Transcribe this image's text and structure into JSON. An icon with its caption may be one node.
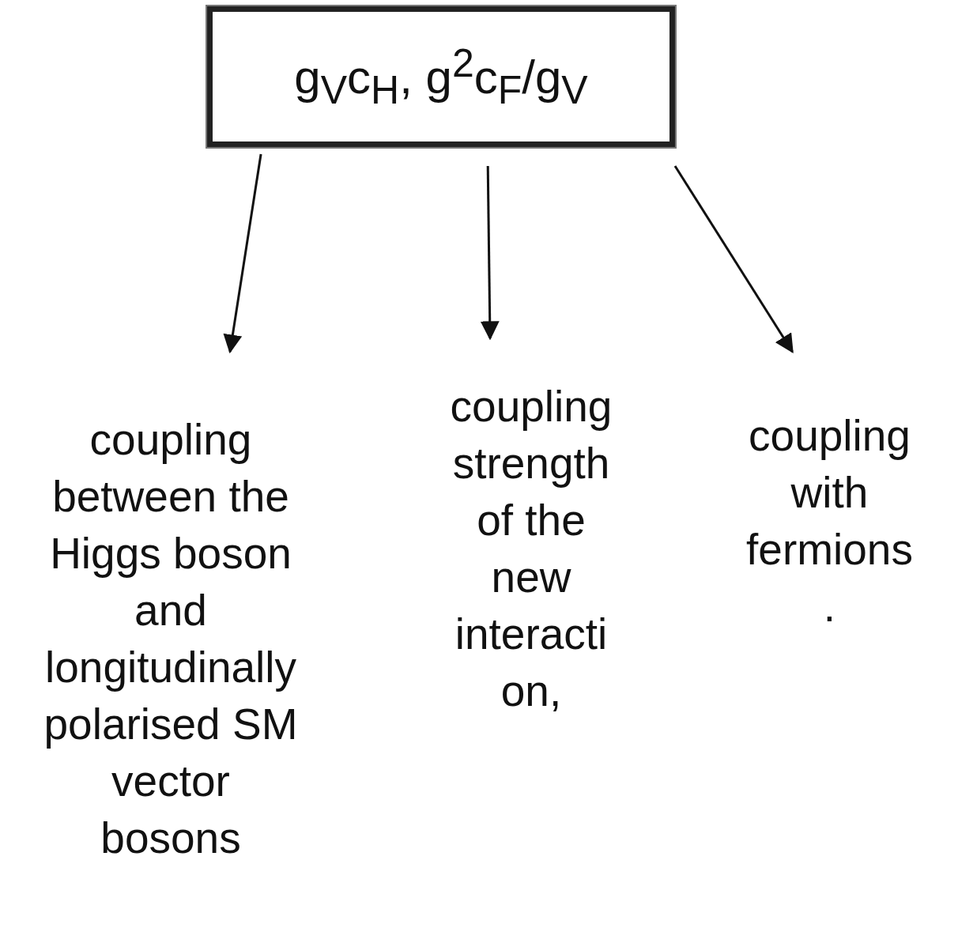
{
  "diagram": {
    "nodes": [
      {
        "text": [
          "g$_{V}$c$_{H}$,  g$^{2}$c$_{F}$/g$_{V}$"
        ]
      },
      {
        "text": [
          "coupling between the Higgs boson and longitudinally polarised SM vector bosons"
        ]
      },
      {
        "text": [
          "coupling strength of the new interacti on,"
        ]
      },
      {
        "text": [
          "coupling with fermions ."
        ]
      }
    ],
    "edges": [
      {
        "from": 0,
        "to": 1,
        "arrow": "to"
      },
      {
        "from": 0,
        "to": 2,
        "arrow": "to"
      },
      {
        "from": 0,
        "to": 3,
        "arrow": "to"
      }
    ]
  }
}
